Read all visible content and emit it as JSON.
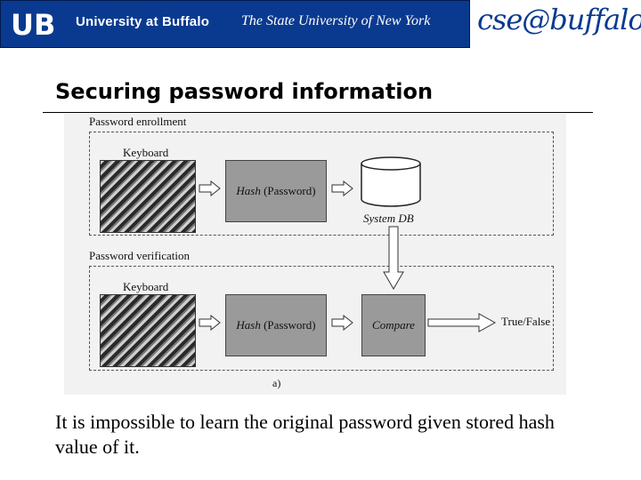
{
  "header": {
    "university": "University at Buffalo",
    "tagline": "The State University of New York",
    "dept_logo": "cse@buffalo",
    "ub_logo": "UB"
  },
  "slide": {
    "title": "Securing password information",
    "body": "It is impossible to learn the original password given stored hash value of it."
  },
  "figure": {
    "enrollment_label": "Password enrollment",
    "verification_label": "Password verification",
    "keyboard_label": "Keyboard",
    "hash_word": "Hash",
    "hash_arg": "(Password)",
    "db_label": "System DB",
    "compare_label": "Compare",
    "output_label": "True/False",
    "caption": "a)"
  },
  "colors": {
    "banner": "#0a3a8f",
    "box_fill": "#9a9a9a",
    "figure_bg": "#f2f2f2"
  }
}
